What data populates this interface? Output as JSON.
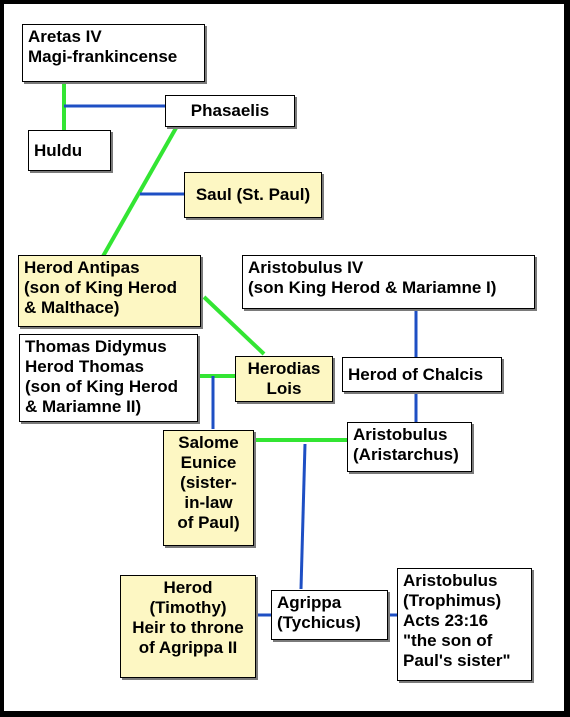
{
  "colors": {
    "green_line": "#33e533",
    "blue_line": "#1e4fc4",
    "highlight": "#fdf7c3"
  },
  "people": {
    "aretas": "Aretas IV\nMagi-frankincense",
    "phasaelis": "Phasaelis",
    "huldu": "Huldu",
    "saul": "Saul (St. Paul)",
    "herod_antipas": "Herod Antipas\n(son of King Herod\n& Malthace)",
    "aristobulus_iv": "Aristobulus IV\n(son King Herod & Mariamne I)",
    "thomas_didymus": "Thomas Didymus\nHerod Thomas\n(son of King Herod\n& Mariamne II)",
    "herodias": "Herodias\nLois",
    "herod_chalcis": "Herod of Chalcis",
    "salome": "Salome\nEunice\n(sister-\nin-law\nof Paul)",
    "aristobulus_aristarchus": "Aristobulus\n(Aristarchus)",
    "herod_timothy": "Herod\n(Timothy)\nHeir to throne\nof Agrippa II",
    "agrippa": "Agrippa\n(Tychicus)",
    "aristobulus_trophimus": "Aristobulus\n(Trophimus)\nActs 23:16\n\"the son of\nPaul's sister\""
  }
}
